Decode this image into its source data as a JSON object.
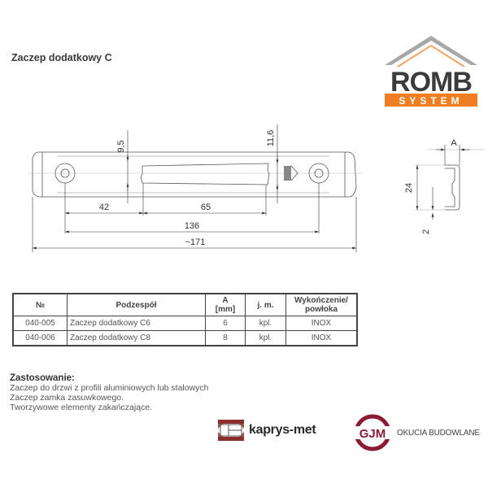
{
  "page": {
    "title": "Zaczep dodatkowy C"
  },
  "brand": {
    "top_word": "ROMB",
    "sub_word": "SYSTEM",
    "colors": {
      "orange": "#ef7d22",
      "dark": "#3b3b3b",
      "roof": "#999999"
    }
  },
  "drawing": {
    "front_view": {
      "dim_slot_offset_top": "9,5",
      "dim_slot_height": "11,6",
      "dim_hole_to_slot": "42",
      "dim_slot_length": "65",
      "dim_hole_spacing": "136",
      "dim_overall_length": "~171"
    },
    "side_view": {
      "dim_a": "A",
      "dim_height": "24",
      "dim_thickness": "2"
    }
  },
  "table": {
    "headers": {
      "no": "№",
      "part": "Podzespół",
      "a_line1": "A",
      "a_line2": "[mm]",
      "unit": "j. m.",
      "finish_line1": "Wykończenie/",
      "finish_line2": "powłoka"
    },
    "rows": [
      {
        "no": "040-005",
        "part": "Zaczep dodatkowy  C6",
        "a": "6",
        "unit": "kpl.",
        "finish": "INOX"
      },
      {
        "no": "040-006",
        "part": "Zaczep dodatkowy  C8",
        "a": "8",
        "unit": "kpl.",
        "finish": "INOX"
      }
    ]
  },
  "usage": {
    "heading": "Zastosowanie:",
    "lines": [
      "Zaczep do drzwi z profili aluminiowych lub stalowych",
      "Zaczep zamka zasuwkowego.",
      "Tworzywowe elementy zakańczające."
    ]
  },
  "footer_logos": {
    "kaprys": {
      "name": "kaprys-met",
      "color": "#8b2e2e"
    },
    "gjm": {
      "name": "GJM",
      "tagline": "OKUCIA BUDOWLANE",
      "color": "#8b1a35"
    }
  }
}
